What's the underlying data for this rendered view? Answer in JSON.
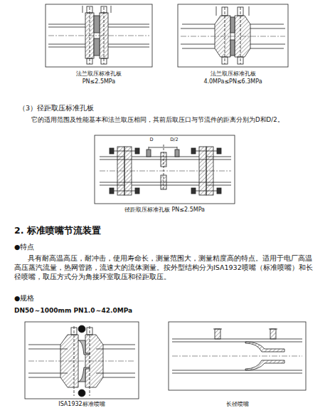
{
  "diagram": {
    "labels": [
      "法兰取压标准孔板",
      "PN≤2.5MPa",
      "法兰取压标准孔板",
      "4.0MPa≤PN≤6.3MPa",
      "（3）径距取压标准孔板",
      "它的适用范围及性能基本和法兰取压相同，其前后取压口与节流件的距离分别为D和D/2。",
      "D",
      "D/2",
      "径距取压标准孔板 PN≤2.5MPa",
      "2. 标准喷嘴节流装置",
      "●特点",
      "具有耐高温高压，耐冲击，使用寿命长，测量范围大，测量精度高的特点。适用于电厂高温高压蒸汽流量，热网管路，流速大的流体测量。按外型结构分为ISA1932喷嘴（标准喷嘴）和长径喷嘴，取压方式分为角接环室取压和径距取压。",
      "●规格",
      "DN50～1000mm PN1.0～42.0MPa",
      "ISA1932标准喷嘴",
      "长径喷嘴"
    ]
  }
}
